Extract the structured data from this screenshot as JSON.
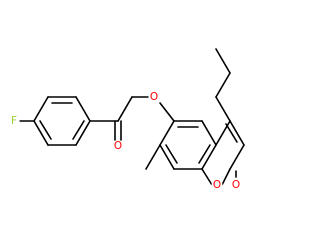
{
  "colors": {
    "background": "#ffffff",
    "bond": "#000000",
    "fluorine": "#9acd32",
    "oxygen": "#ff0000"
  },
  "atoms": {
    "fluorine": {
      "symbol": "F",
      "color": "#9acd32"
    },
    "ketone_oxygen": {
      "symbol": "O",
      "color": "#ff0000"
    },
    "ether_oxygen": {
      "symbol": "O",
      "color": "#ff0000"
    },
    "ring_oxygen": {
      "symbol": "O",
      "color": "#ff0000"
    },
    "lactone_carbonyl_oxygen": {
      "symbol": "O",
      "color": "#ff0000"
    }
  }
}
